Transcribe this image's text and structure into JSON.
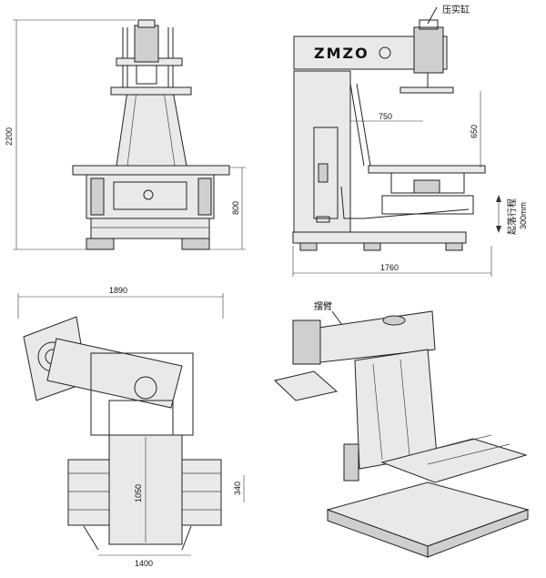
{
  "dimensions": {
    "front_height": "2200",
    "front_table_height": "800",
    "side_arm_reach": "750",
    "side_arm_height": "650",
    "side_width": "1760",
    "side_stroke_label": "起落行程",
    "side_stroke_value": "300mm",
    "top_width": "1890",
    "top_length": "1050",
    "top_side": "340",
    "top_base_width": "1400"
  },
  "labels": {
    "cylinder": "压实缸",
    "swing_arm": "摆臂",
    "logo": "ZMZO"
  }
}
